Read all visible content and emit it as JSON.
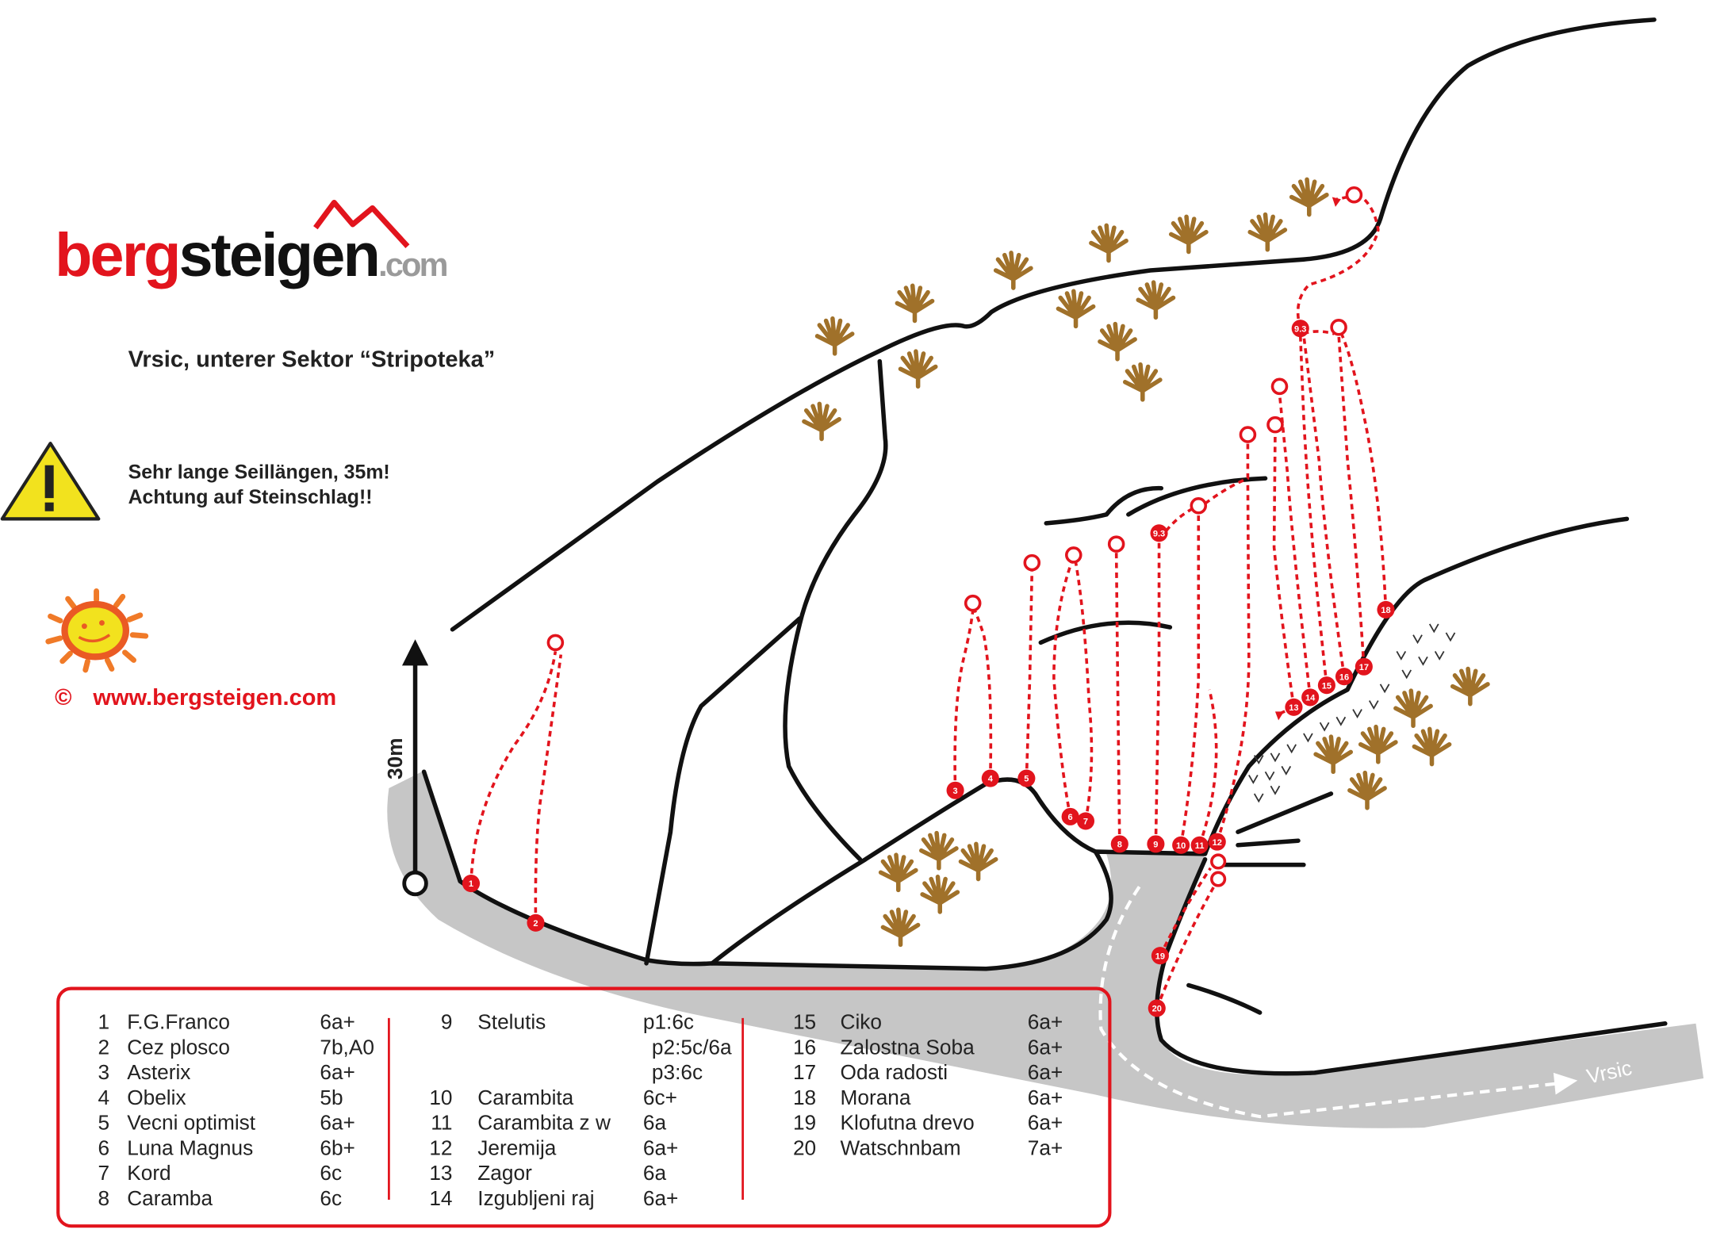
{
  "logo": {
    "berg": "berg",
    "steigen": "steigen",
    "com": ".com"
  },
  "title": "Vrsic, unterer Sektor “Stripoteka”",
  "warning": {
    "line1": "Sehr lange Seillängen, 35m!",
    "line2": "Achtung auf Steinschlag!!"
  },
  "copyright": {
    "symbol": "©",
    "url": "www.bergsteigen.com"
  },
  "scale_label": "30m",
  "approach_label": "Vrsic",
  "route_markers": [
    "1",
    "2",
    "3",
    "4",
    "5",
    "6",
    "7",
    "8",
    "9",
    "10",
    "11",
    "12",
    "13",
    "14",
    "15",
    "16",
    "17",
    "18",
    "19",
    "20",
    "9.3",
    "9.3"
  ],
  "legend": [
    {
      "num": "1",
      "name": "F.G.Franco",
      "grade": "6a+"
    },
    {
      "num": "2",
      "name": "Cez plosco",
      "grade": "7b,A0"
    },
    {
      "num": "3",
      "name": "Asterix",
      "grade": "6a+"
    },
    {
      "num": "4",
      "name": "Obelix",
      "grade": "5b"
    },
    {
      "num": "5",
      "name": "Vecni optimist",
      "grade": "6a+"
    },
    {
      "num": "6",
      "name": "Luna Magnus",
      "grade": "6b+"
    },
    {
      "num": "7",
      "name": "Kord",
      "grade": "6c"
    },
    {
      "num": "8",
      "name": "Caramba",
      "grade": "6c"
    },
    {
      "num": "9",
      "name": "Stelutis",
      "grade": "p1:6c",
      "extra": [
        "p2:5c/6a",
        "p3:6c"
      ]
    },
    {
      "num": "10",
      "name": "Carambita",
      "grade": "6c+"
    },
    {
      "num": "11",
      "name": "Carambita z w",
      "grade": "6a"
    },
    {
      "num": "12",
      "name": "Jeremija",
      "grade": "6a+"
    },
    {
      "num": "13",
      "name": "Zagor",
      "grade": "6a"
    },
    {
      "num": "14",
      "name": "Izgubljeni raj",
      "grade": "6a+"
    },
    {
      "num": "15",
      "name": "Ciko",
      "grade": "6a+"
    },
    {
      "num": "16",
      "name": "Zalostna Soba",
      "grade": "6a+"
    },
    {
      "num": "17",
      "name": "Oda radosti",
      "grade": "6a+"
    },
    {
      "num": "18",
      "name": "Morana",
      "grade": "6a+"
    },
    {
      "num": "19",
      "name": "Klofutna drevo",
      "grade": "6a+"
    },
    {
      "num": "20",
      "name": "Watschnbam",
      "grade": "7a+"
    }
  ],
  "colors": {
    "accent": "#e2141d",
    "rock": "#111111",
    "approach": "#c8c8c8",
    "bush": "#a0712a",
    "warning": "#f2e21e"
  }
}
